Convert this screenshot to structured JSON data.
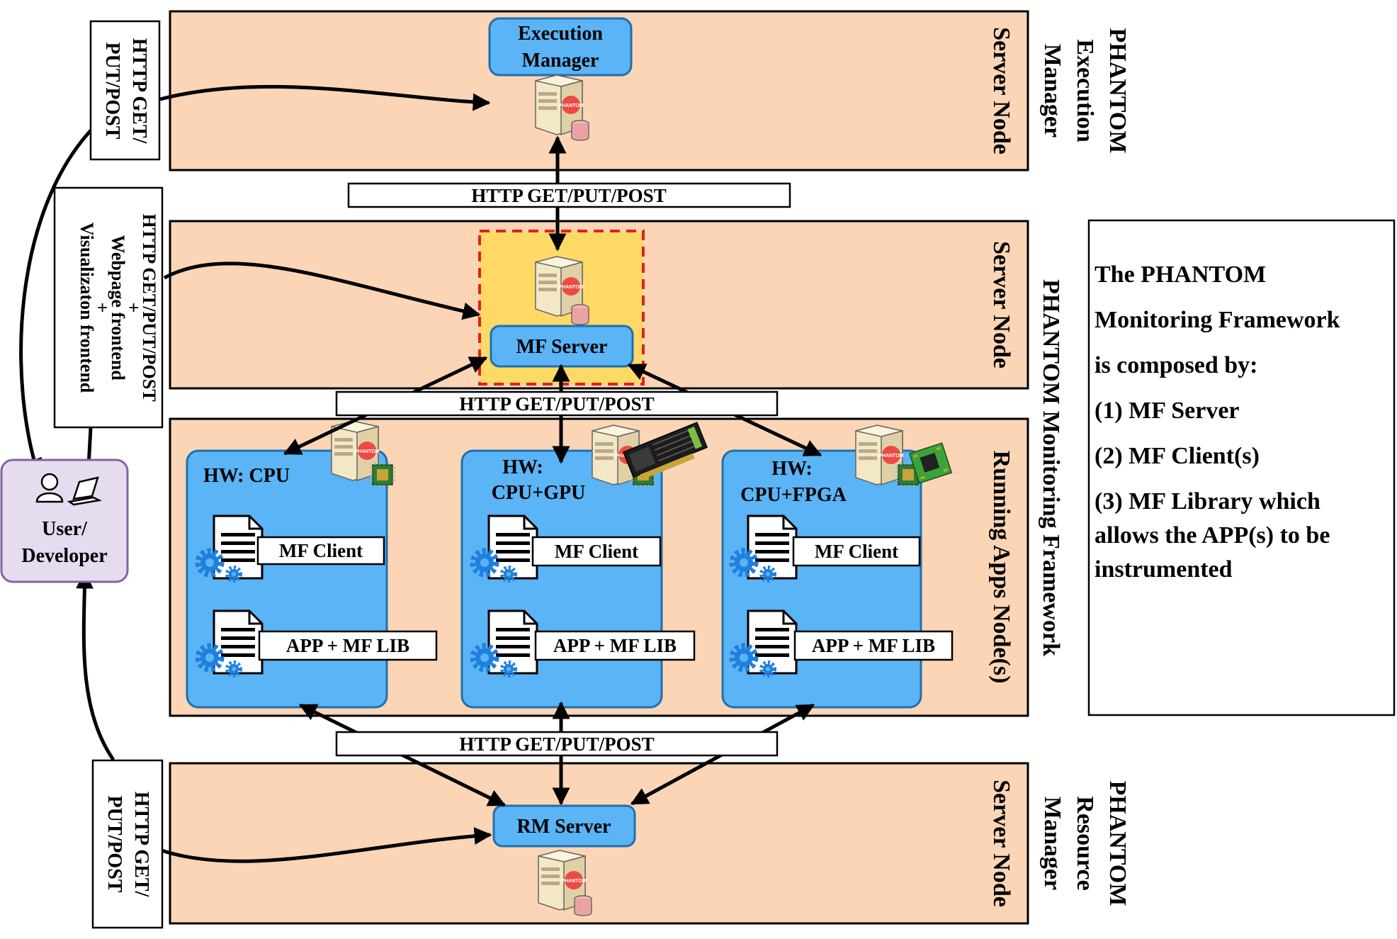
{
  "sections": {
    "execution_manager": {
      "title_line1": "PHANTOM",
      "title_line2": "Execution",
      "title_line3": "Manager",
      "node_label": "Server Node",
      "box_line1": "Execution",
      "box_line2": "Manager"
    },
    "monitoring": {
      "title": "PHANTOM Monitoring Framework",
      "server_node_label": "Server Node",
      "apps_node_label": "Running Apps Node(s)",
      "mf_server": "MF Server"
    },
    "resource_manager": {
      "title_line1": "PHANTOM",
      "title_line2": "Resource",
      "title_line3": "Manager",
      "node_label": "Server Node",
      "rm_server": "RM Server"
    }
  },
  "protocol": {
    "bar": "HTTP GET/PUT/POST",
    "side_top_line1": "HTTP GET/",
    "side_top_line2": "PUT/POST",
    "side_mid_line1": "HTTP GET/PUT/POST",
    "side_mid_line2": "+",
    "side_mid_line3": "Webpage frontend",
    "side_mid_line4": "+",
    "side_mid_line5": "Visualizaton frontend",
    "side_bottom_line1": "HTTP GET/",
    "side_bottom_line2": "PUT/POST"
  },
  "nodes": [
    {
      "hw_line1": "HW: CPU",
      "hw_line2": "",
      "client": "MF Client",
      "lib": "APP + MF LIB",
      "accessory": "cpu-chip"
    },
    {
      "hw_line1": "HW:",
      "hw_line2": "CPU+GPU",
      "client": "MF Client",
      "lib": "APP + MF LIB",
      "accessory": "gpu-card"
    },
    {
      "hw_line1": "HW:",
      "hw_line2": "CPU+FPGA",
      "client": "MF Client",
      "lib": "APP + MF LIB",
      "accessory": "fpga-board"
    }
  ],
  "user": {
    "line1": "User/",
    "line2": "Developer"
  },
  "info": {
    "lines": [
      "The PHANTOM",
      "Monitoring Framework",
      "is composed by:",
      "(1) MF Server",
      "(2) MF Client(s)",
      "(3) MF Library which",
      "allows the APP(s) to be",
      "instrumented"
    ]
  },
  "colors": {
    "section_fill": "#fbd5b5",
    "node_fill": "#5ab4f5",
    "node_stroke": "#1f6fb0",
    "mf_highlight": "#ffd966",
    "mf_dashed": "#e02020",
    "user_fill": "#e5dcef",
    "user_stroke": "#8064a2",
    "gear": "#2080e0"
  }
}
